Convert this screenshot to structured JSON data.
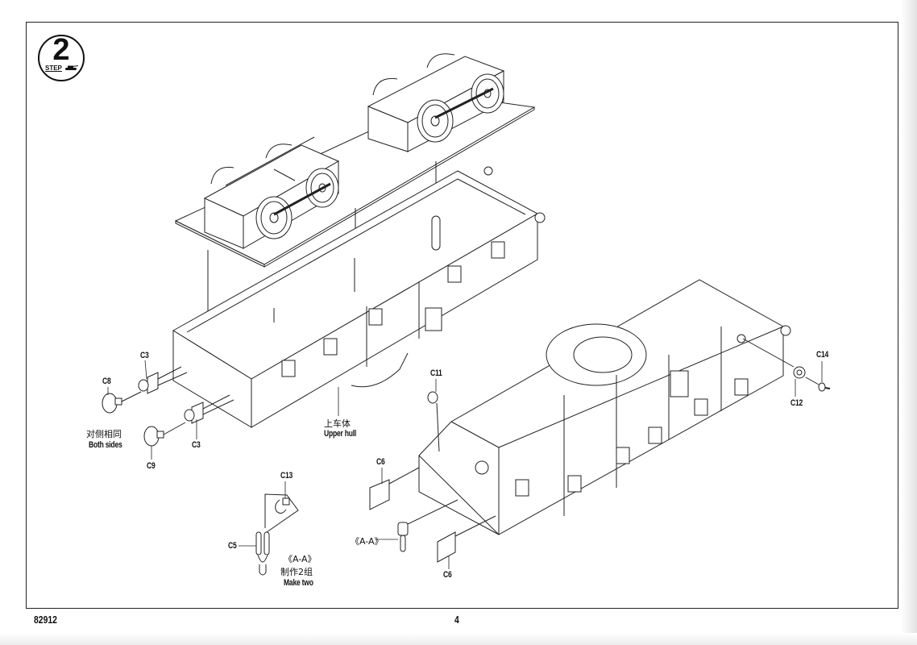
{
  "step": {
    "number": "2",
    "word": "STEP"
  },
  "parts": {
    "c3_top": "C3",
    "c8": "C8",
    "c3_bottom": "C3",
    "c9": "C9",
    "c11": "C11",
    "c6_top": "C6",
    "c6_bottom": "C6",
    "c12": "C12",
    "c14": "C14",
    "c13": "C13",
    "c5": "C5"
  },
  "notes": {
    "both_sides_cn": "对侧相同",
    "both_sides_en": "Both sides",
    "upper_hull_cn": "上车体",
    "upper_hull_en": "Upper hull",
    "detail_ref": "《A-A》",
    "detail_title": "《A-A》",
    "make_two_cn": "制作2组",
    "make_two_en": "Make two"
  },
  "footer": {
    "kit_number": "82912",
    "page_number": "4"
  }
}
